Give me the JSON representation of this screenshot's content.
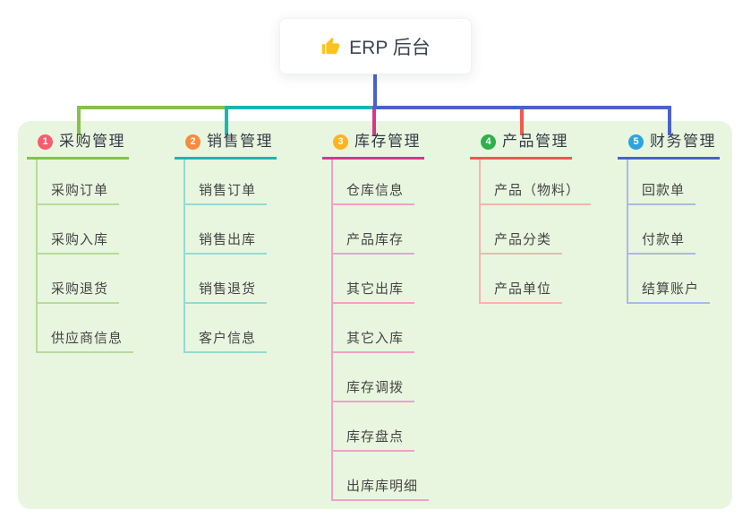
{
  "root": {
    "title": "ERP 后台",
    "icon": "thumbs-up-icon"
  },
  "branches": [
    {
      "index": "1",
      "title": "采购管理",
      "badge_color": "#f75c6e",
      "line_color": "#86c24b",
      "light_color": "#b7db9b",
      "children": [
        "采购订单",
        "采购入库",
        "采购退货",
        "供应商信息"
      ]
    },
    {
      "index": "2",
      "title": "销售管理",
      "badge_color": "#f98a3c",
      "line_color": "#19b7b1",
      "light_color": "#96d9d3",
      "children": [
        "销售订单",
        "销售出库",
        "销售退货",
        "客户信息"
      ]
    },
    {
      "index": "3",
      "title": "库存管理",
      "badge_color": "#ffb321",
      "line_color": "#d7368e",
      "light_color": "#f0a0ca",
      "children": [
        "仓库信息",
        "产品库存",
        "其它出库",
        "其它入库",
        "库存调拨",
        "库存盘点",
        "出库库明细"
      ]
    },
    {
      "index": "4",
      "title": "产品管理",
      "badge_color": "#2cb14a",
      "line_color": "#f25750",
      "light_color": "#f7b3ad",
      "children": [
        "产品（物料）",
        "产品分类",
        "产品单位"
      ]
    },
    {
      "index": "5",
      "title": "财务管理",
      "badge_color": "#2da4de",
      "line_color": "#4a62c9",
      "light_color": "#aab9e6",
      "children": [
        "回款单",
        "付款单",
        "结算账户"
      ]
    }
  ],
  "colors": {
    "panel_bg": "#e8f6df",
    "root_connector": "#4a62c9",
    "thumb_icon": "#fcc21f"
  }
}
